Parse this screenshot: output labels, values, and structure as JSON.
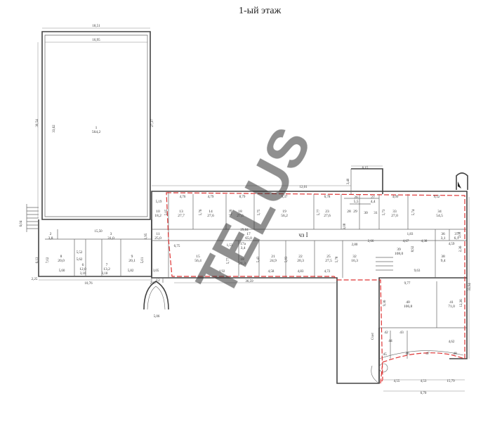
{
  "title": "1-ый этаж",
  "watermark": "TELUS",
  "zone_label": "чз I",
  "colors": {
    "wall": "#444444",
    "boundary": "#dd3333",
    "watermark": "#c0c0c0"
  },
  "rooms": [
    {
      "num": "1",
      "area": "564,2"
    },
    {
      "num": "2",
      "area": "3,8"
    },
    {
      "num": "3",
      "area": "31,0"
    },
    {
      "num": "8",
      "area": "20,0"
    },
    {
      "num": "6",
      "area": "12,0"
    },
    {
      "num": "7",
      "area": "13,2"
    },
    {
      "num": "9",
      "area": "20,1"
    },
    {
      "num": "10",
      "area": "18,2"
    },
    {
      "num": "11",
      "area": "25,0"
    },
    {
      "num": "12",
      "area": ""
    },
    {
      "num": "13",
      "area": "27,7"
    },
    {
      "num": "14",
      "area": "27,6"
    },
    {
      "num": "18",
      "area": "27,6"
    },
    {
      "num": "19",
      "area": "56,2"
    },
    {
      "num": "23",
      "area": "27,6"
    },
    {
      "num": "17",
      "area": "65,0"
    },
    {
      "num": "15",
      "area": "56,4"
    },
    {
      "num": "17а",
      "area": "3,4"
    },
    {
      "num": "18",
      "area": "21,3"
    },
    {
      "num": "21",
      "area": "24,9"
    },
    {
      "num": "22",
      "area": "20,3"
    },
    {
      "num": "25",
      "area": "27,5"
    },
    {
      "num": "32",
      "area": "16,3"
    },
    {
      "num": "26",
      "area": "5,5"
    },
    {
      "num": "27",
      "area": "4,4"
    },
    {
      "num": "28",
      "area": ""
    },
    {
      "num": "29",
      "area": ""
    },
    {
      "num": "30",
      "area": ""
    },
    {
      "num": "31",
      "area": ""
    },
    {
      "num": "33",
      "area": "27,0"
    },
    {
      "num": "34",
      "area": "54,5"
    },
    {
      "num": "36",
      "area": "3,1"
    },
    {
      "num": "37",
      "area": "6,1"
    },
    {
      "num": "38",
      "area": "9,4"
    },
    {
      "num": "39",
      "area": "108,0"
    },
    {
      "num": "40",
      "area": "106,8"
    },
    {
      "num": "41",
      "area": "71,0"
    },
    {
      "num": "42",
      "area": ""
    },
    {
      "num": "43",
      "area": ""
    },
    {
      "num": "44",
      "area": ""
    },
    {
      "num": "45",
      "area": ""
    },
    {
      "num": "46",
      "area": ""
    },
    {
      "num": "47",
      "area": ""
    },
    {
      "num": "48",
      "area": ""
    }
  ],
  "dimensions": [
    "18,51",
    "16,95",
    "33,62",
    "30,54",
    "27,37",
    "15,50",
    "10,76",
    "12,01",
    "6,15",
    "3,40",
    "5,19",
    "2,25",
    "6,04",
    "6,13",
    "5,60",
    "3,16",
    "3,18",
    "5,82",
    "5,62",
    "5,52",
    "7,02",
    "5,01",
    "1,95",
    "4,76",
    "4,79",
    "8,79",
    "9,37",
    "6,78",
    "4,09",
    "9,52",
    "29,84",
    "36,59",
    "4,92",
    "4,58",
    "4,83",
    "4,72",
    "2,66",
    "4,67",
    "4,38",
    "9,63",
    "9,77",
    "5,06",
    "2,97",
    "3,05",
    "1,53",
    "5,77",
    "5,43",
    "5,83",
    "5,78",
    "2,80",
    "1,83",
    "8,92",
    "2,36",
    "4,59",
    "2,08",
    "33,94",
    "4,62",
    "4,55",
    "4,53",
    "15,79",
    "6,70",
    "9,36",
    "Счет"
  ],
  "other_labels": [
    "5,05",
    "5,76",
    "5,26",
    "5,75",
    "5,77",
    "3,08",
    "5,73",
    "5,74",
    "6,75",
    "12,36"
  ]
}
